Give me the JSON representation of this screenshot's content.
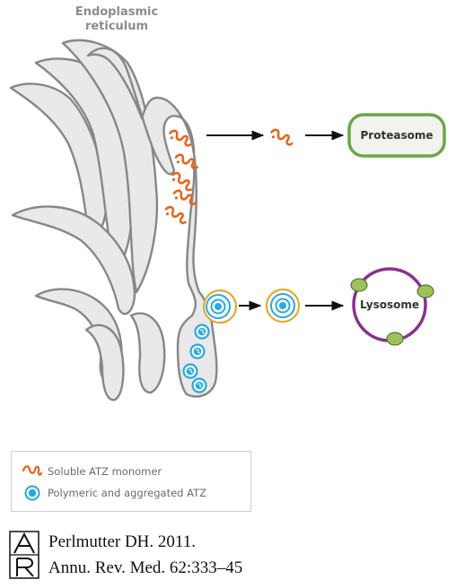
{
  "er_label_line1": "Endoplasmic",
  "er_label_line2": "reticulum",
  "proteasome_label": "Proteasome",
  "lysosome_label": "Lysosome",
  "legend": {
    "soluble": "Soluble ATZ monomer",
    "polymeric": "Polymeric and aggregated ATZ"
  },
  "citation": {
    "line1": "Perlmutter DH. 2011.",
    "line2": "Annu. Rev. Med. 62:333–45"
  },
  "colors": {
    "er_fill": "#e9e9ea",
    "er_stroke": "#878787",
    "proteasome_fill": "#f2f2ef",
    "proteasome_stroke": "#6aa842",
    "lysosome_stroke": "#8b2f8f",
    "lysosome_dots": "#9dc25a",
    "monomer": "#e8641b",
    "aggregate": "#29a9e1",
    "autophagosome": "#e0ac2e"
  }
}
